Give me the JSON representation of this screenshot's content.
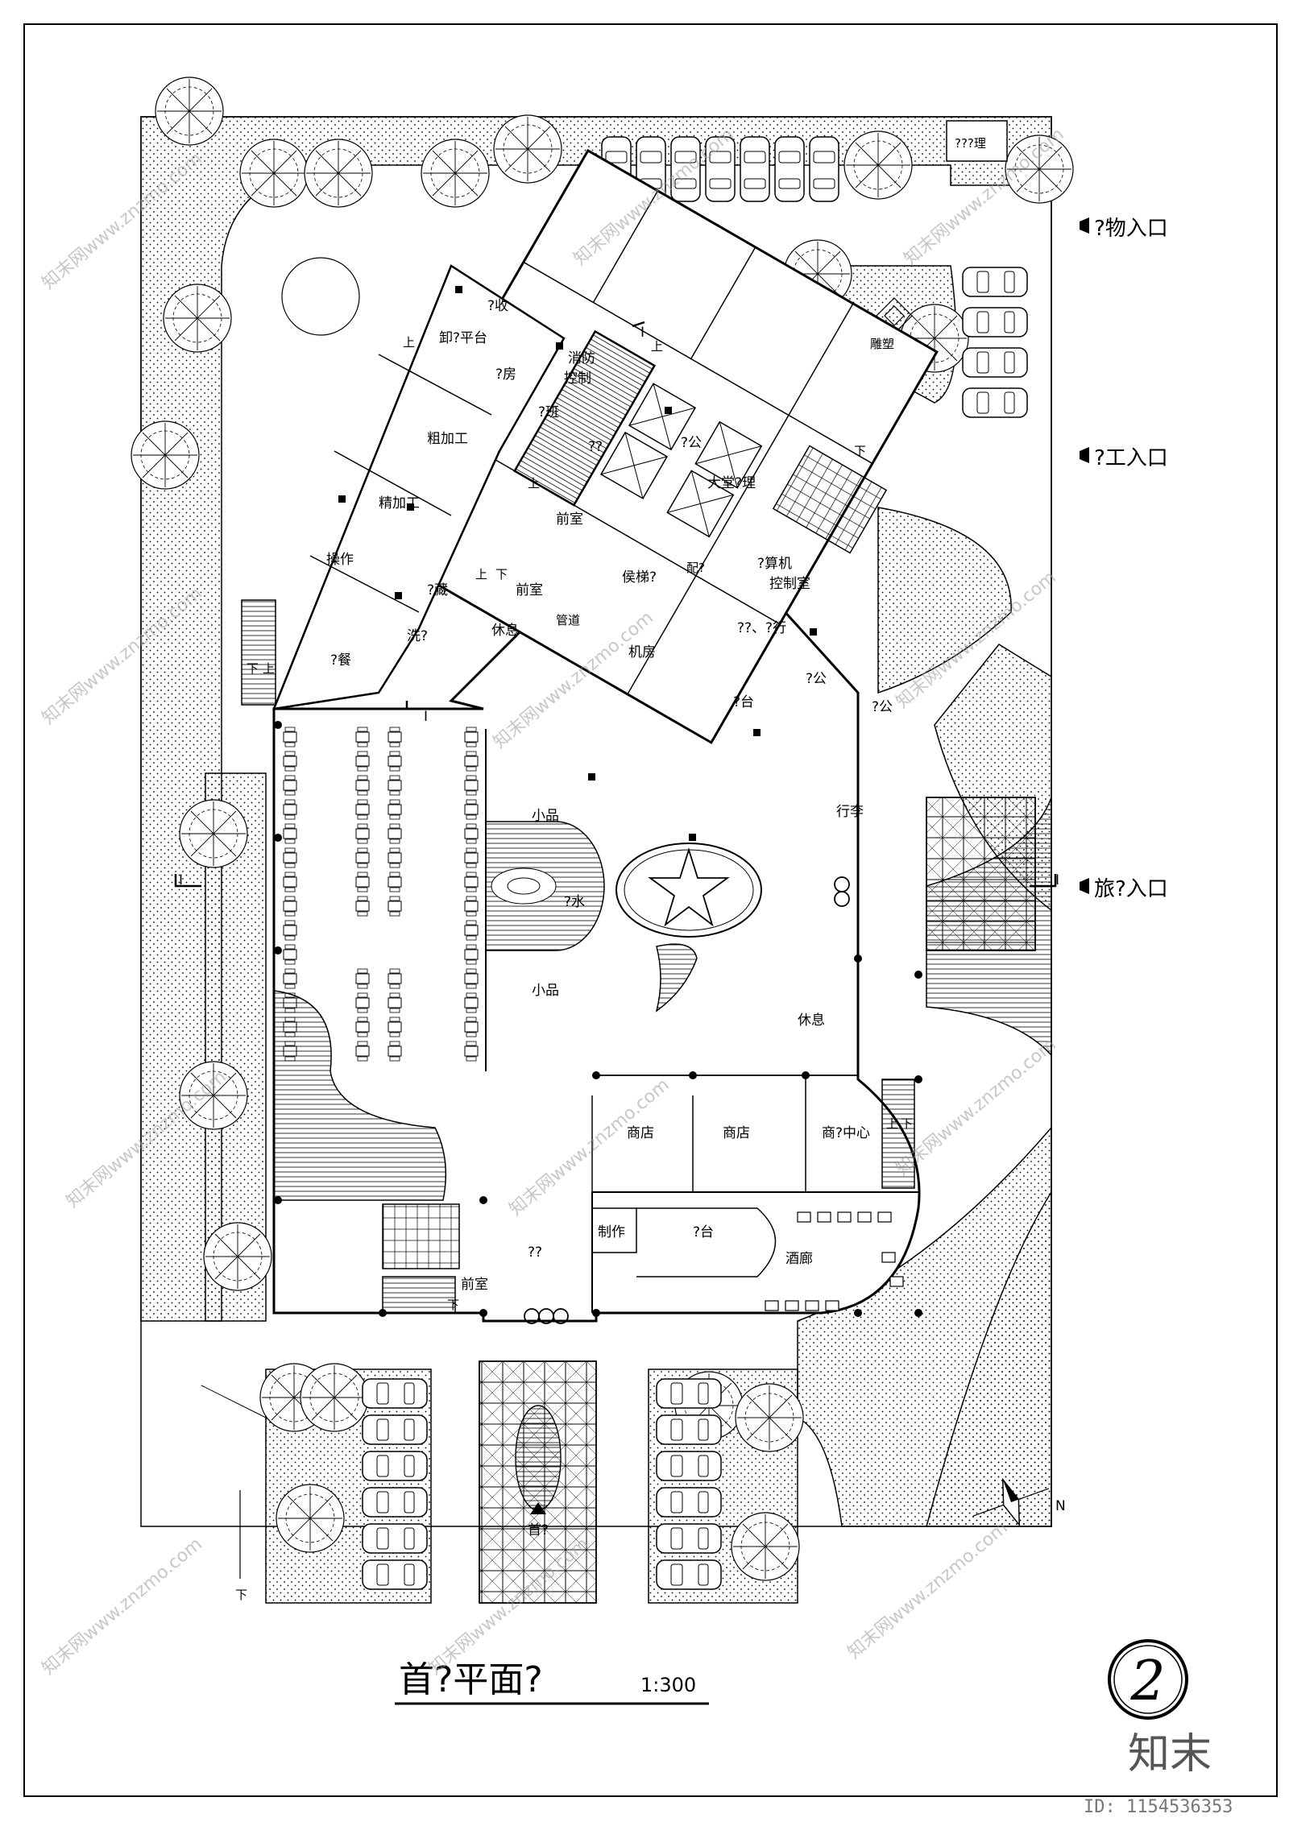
{
  "drawing": {
    "title": "首?平面?",
    "scale": "1:300",
    "sheet_number": "2",
    "north": "N",
    "section_mark": "I"
  },
  "entrances": {
    "goods": "?物入口",
    "staff": "?工入口",
    "guest": "旅?入口"
  },
  "rooms": {
    "receiving": "?收",
    "unloading": "卸?平台",
    "storeroom": "?房",
    "fire_control_1": "消防",
    "fire_control_2": "控制",
    "on_duty": "?班",
    "unknown_office": "??",
    "office_a": "?公",
    "lobby_manager": "大堂?理",
    "rough_process": "粗加工",
    "fine_process": "精加工",
    "operation": "操作",
    "anteroom_1": "前室",
    "anteroom_2": "前室",
    "anteroom_3": "前室",
    "waiter_lift": "侯梯?",
    "distribution": "配?",
    "pipe_shaft": "管道",
    "machine_room": "机房",
    "computer_1": "?算机",
    "computer_2": "控制室",
    "storage": "?藏",
    "wash": "洗?",
    "rest_1": "休息",
    "rest_2": "休息",
    "dining": "?餐",
    "finance_bank": "??、?行",
    "office_b": "?公",
    "office_c": "?公",
    "front_desk": "?台",
    "luggage": "行李",
    "small_item_1": "小品",
    "small_item_2": "小品",
    "water_feature": "?水",
    "shop_1": "商店",
    "shop_2": "商店",
    "business_center": "商?中心",
    "unknown_hall": "??",
    "production": "制作",
    "bar_counter": "?台",
    "wine_gallery": "酒廊",
    "sculpture": "雕塑",
    "gate_room": "???理",
    "main_entrance": "首?"
  },
  "stairs": {
    "up": "上",
    "down": "下"
  },
  "watermark": {
    "site": "知末网www.znzmo.com",
    "logo": "知末",
    "id": "ID: 1154536353"
  }
}
